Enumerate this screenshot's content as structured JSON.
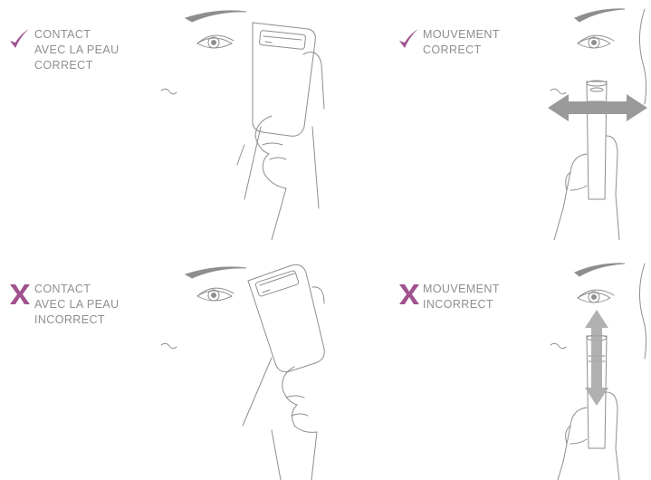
{
  "colors": {
    "accent": "#a0528f",
    "line": "#8e8e8e",
    "arrow": "#9a9a9a",
    "text": "#8f8f8f"
  },
  "panels": [
    {
      "status": "correct",
      "icon": "check-icon",
      "lines": [
        "CONTACT",
        "AVEC LA PEAU",
        "CORRECT"
      ]
    },
    {
      "status": "correct",
      "icon": "check-icon",
      "lines": [
        "MOUVEMENT",
        "CORRECT"
      ],
      "movement": "horizontal"
    },
    {
      "status": "incorrect",
      "icon": "x-icon",
      "lines": [
        "CONTACT",
        "AVEC LA PEAU",
        "INCORRECT"
      ]
    },
    {
      "status": "incorrect",
      "icon": "x-icon",
      "lines": [
        "MOUVEMENT",
        "INCORRECT"
      ],
      "movement": "vertical"
    }
  ]
}
